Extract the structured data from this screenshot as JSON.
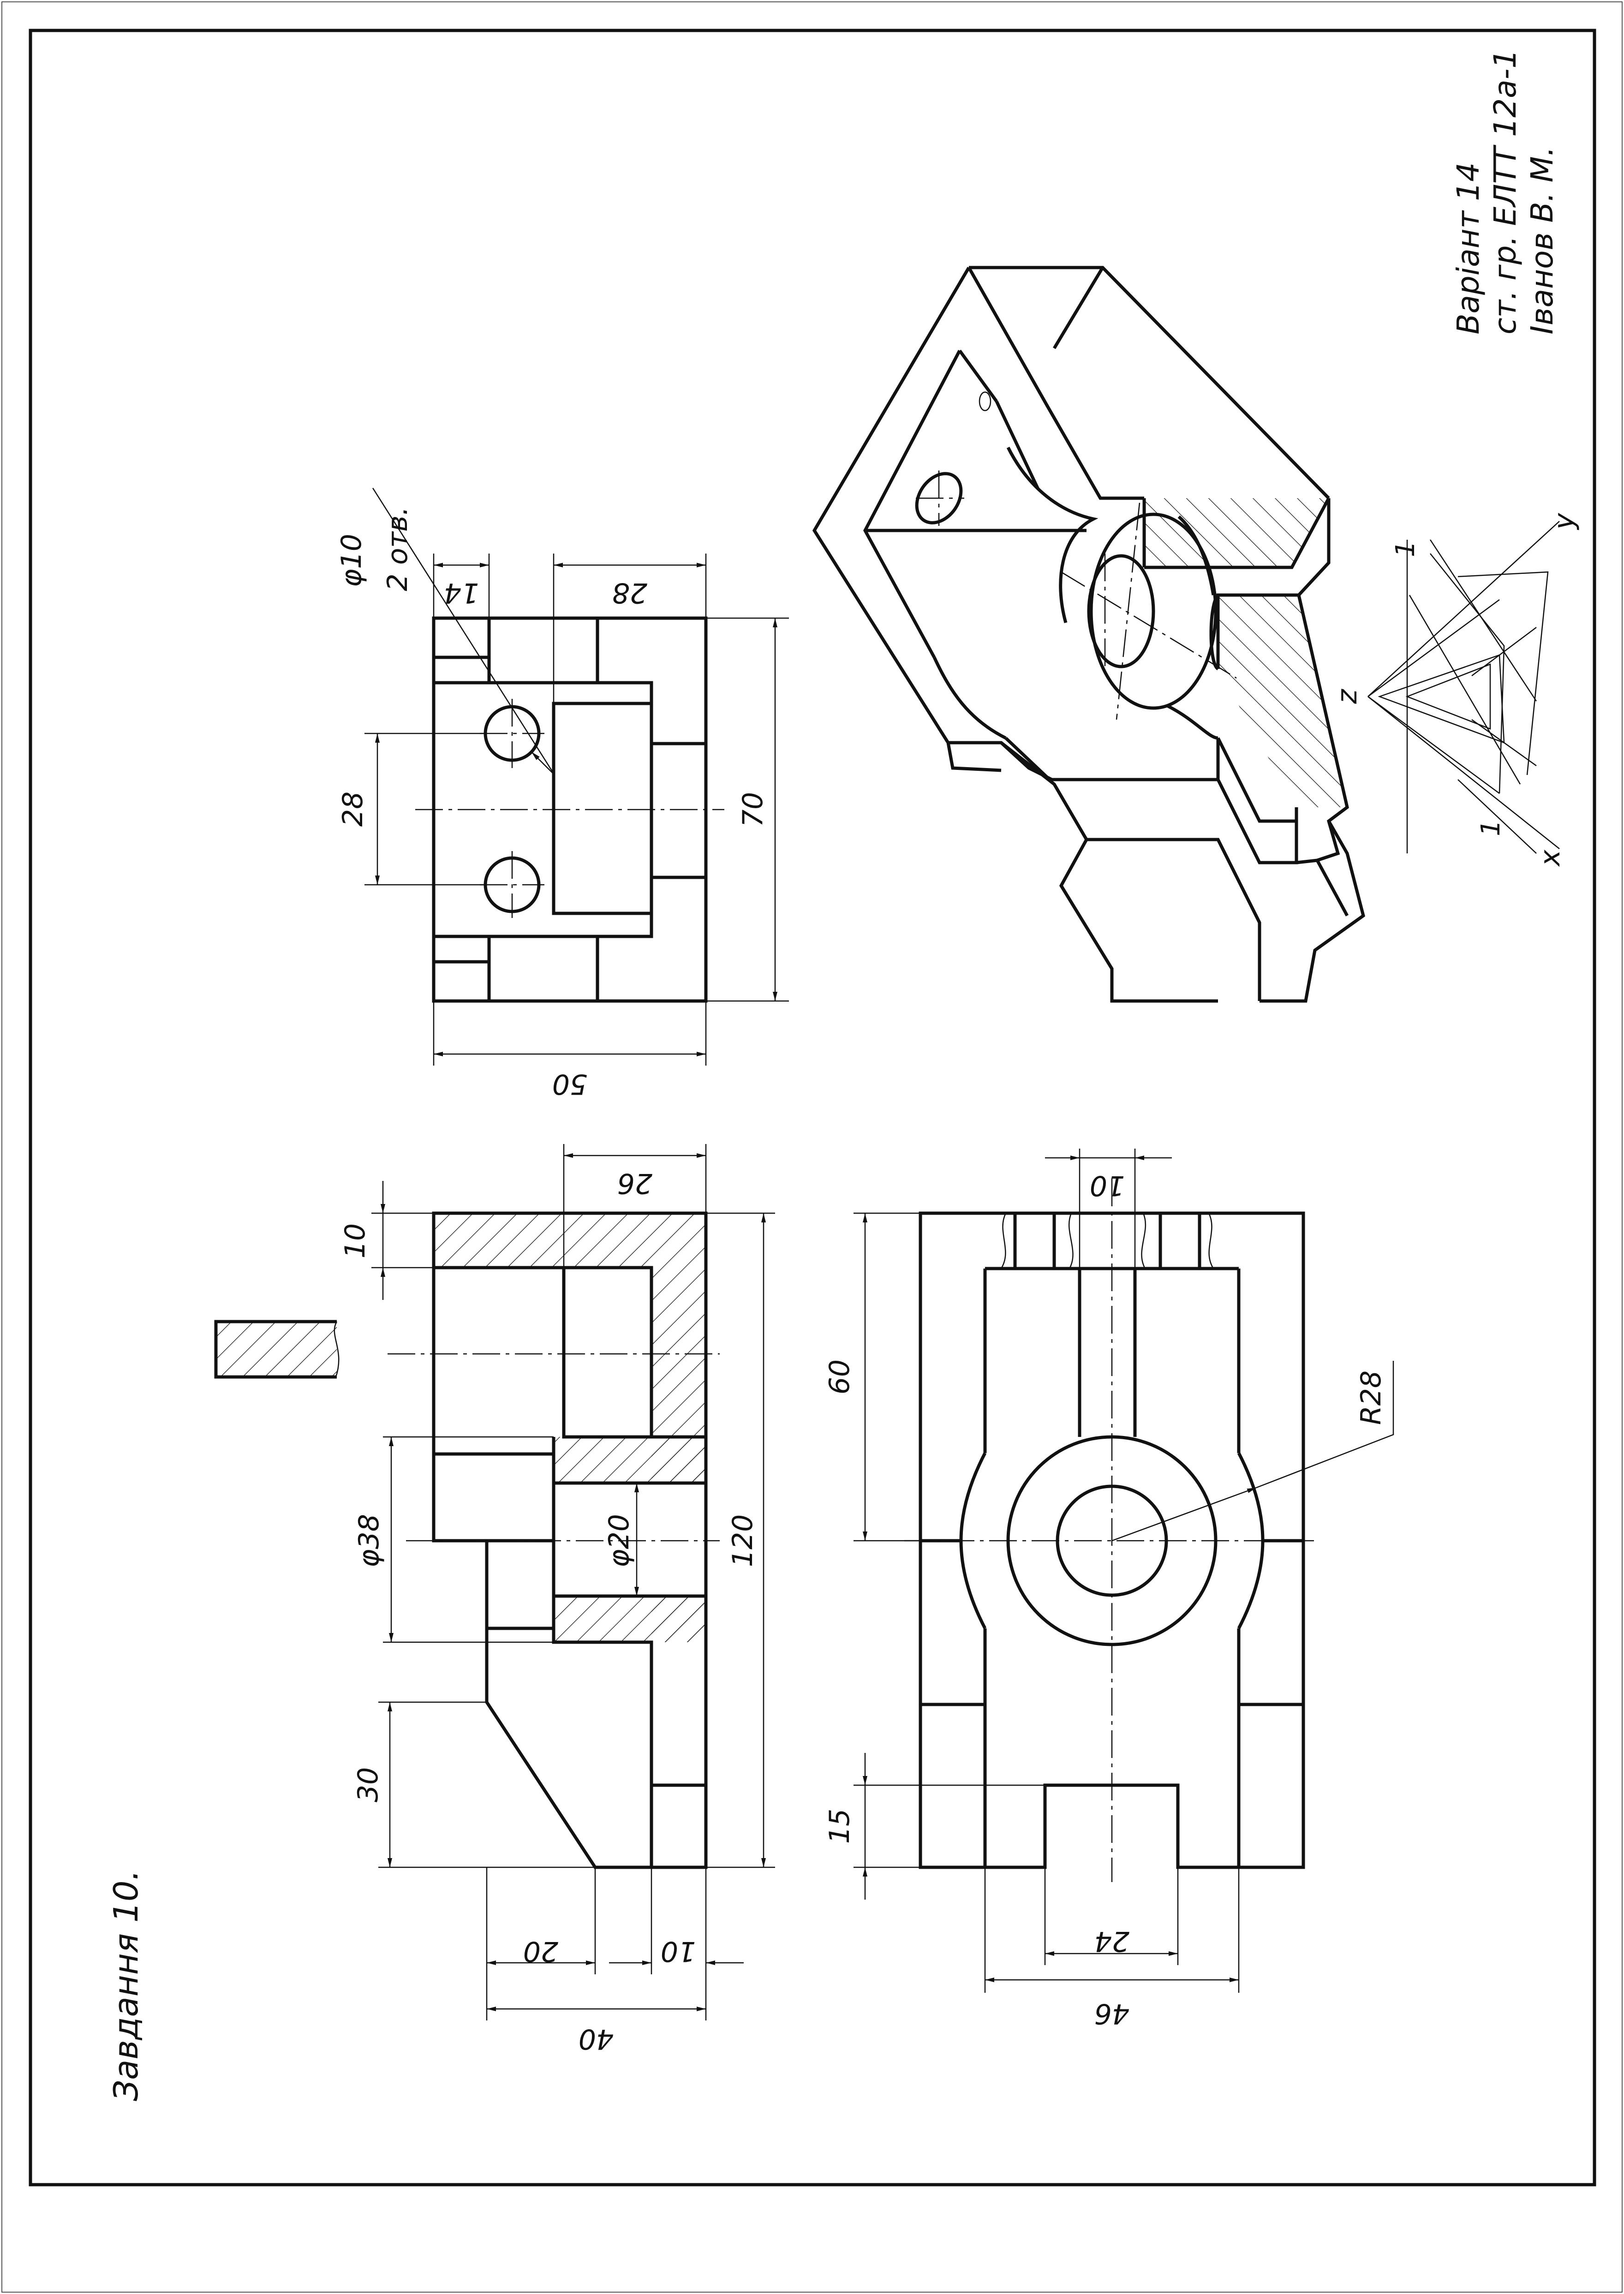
{
  "sheet": {
    "task": "Завдання 10.",
    "variant": "Варіант 14",
    "group": "ст. гр. ЕЛТТ 12а-1",
    "student": "Іванов В. М."
  },
  "left_view": {
    "dims": {
      "d10_top": "10",
      "d26": "26",
      "phi38": "φ38",
      "phi20": "φ20",
      "d120": "120",
      "d30": "30",
      "d20": "20",
      "d10_bottom": "10",
      "d40": "40"
    }
  },
  "plan_view": {
    "dims": {
      "phi10": "φ10",
      "holes": "2 отв.",
      "d14": "14",
      "d28_top": "28",
      "d28_left": "28",
      "d70": "70",
      "d50": "50"
    }
  },
  "front_view": {
    "dims": {
      "d10": "10",
      "d60": "60",
      "r28": "R28",
      "d15": "15",
      "d24": "24",
      "d46": "46"
    }
  },
  "axes": {
    "z": "z",
    "y": "y",
    "x": "x",
    "one_top": "1",
    "one_bottom": "1"
  }
}
